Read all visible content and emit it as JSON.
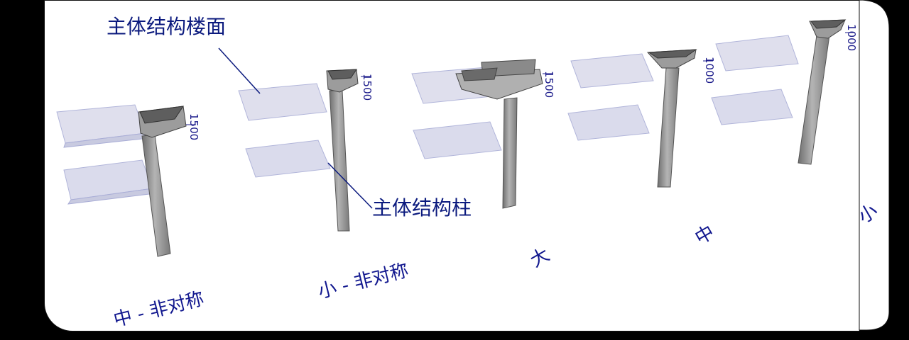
{
  "callouts": {
    "floor": "主体结构楼面",
    "column": "主体结构柱"
  },
  "variants": [
    {
      "label": "中 - 非对称",
      "dimension": "1500"
    },
    {
      "label": "小 - 非对称",
      "dimension": "1500"
    },
    {
      "label": "大",
      "dimension": "1500"
    },
    {
      "label": "中",
      "dimension": "1000"
    },
    {
      "label": "小",
      "dimension": "1000"
    }
  ],
  "colors": {
    "text": "#0b1a7e",
    "slab_fill": "#c9cbe8",
    "column_fill": "#8a8a8a"
  }
}
